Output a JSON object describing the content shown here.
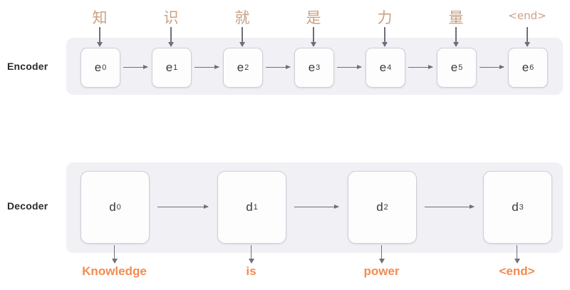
{
  "diagram": {
    "title": "Encoder-Decoder sequence-to-sequence diagram",
    "colors": {
      "band": "#f0f0f5",
      "cell_fill": "#fdfdfe",
      "cell_border": "#cfcfd8",
      "arrow": "#6f6f79",
      "input_token": "#c9a185",
      "output_token": "#f58a4f",
      "row_label": "#2b2b2b"
    }
  },
  "encoder": {
    "row_label": "Encoder",
    "cells": [
      {
        "base": "e",
        "sub": "0"
      },
      {
        "base": "e",
        "sub": "1"
      },
      {
        "base": "e",
        "sub": "2"
      },
      {
        "base": "e",
        "sub": "3"
      },
      {
        "base": "e",
        "sub": "4"
      },
      {
        "base": "e",
        "sub": "5"
      },
      {
        "base": "e",
        "sub": "6"
      }
    ],
    "inputs": [
      {
        "text": "知",
        "kind": "cjk"
      },
      {
        "text": "识",
        "kind": "cjk"
      },
      {
        "text": "就",
        "kind": "cjk"
      },
      {
        "text": "是",
        "kind": "cjk"
      },
      {
        "text": "力",
        "kind": "cjk"
      },
      {
        "text": "量",
        "kind": "cjk"
      },
      {
        "text": "<end>",
        "kind": "latin"
      }
    ]
  },
  "decoder": {
    "row_label": "Decoder",
    "cells": [
      {
        "base": "d",
        "sub": "0"
      },
      {
        "base": "d",
        "sub": "1"
      },
      {
        "base": "d",
        "sub": "2"
      },
      {
        "base": "d",
        "sub": "3"
      }
    ],
    "outputs": [
      {
        "text": "Knowledge"
      },
      {
        "text": "is"
      },
      {
        "text": "power"
      },
      {
        "text": "<end>"
      }
    ]
  }
}
